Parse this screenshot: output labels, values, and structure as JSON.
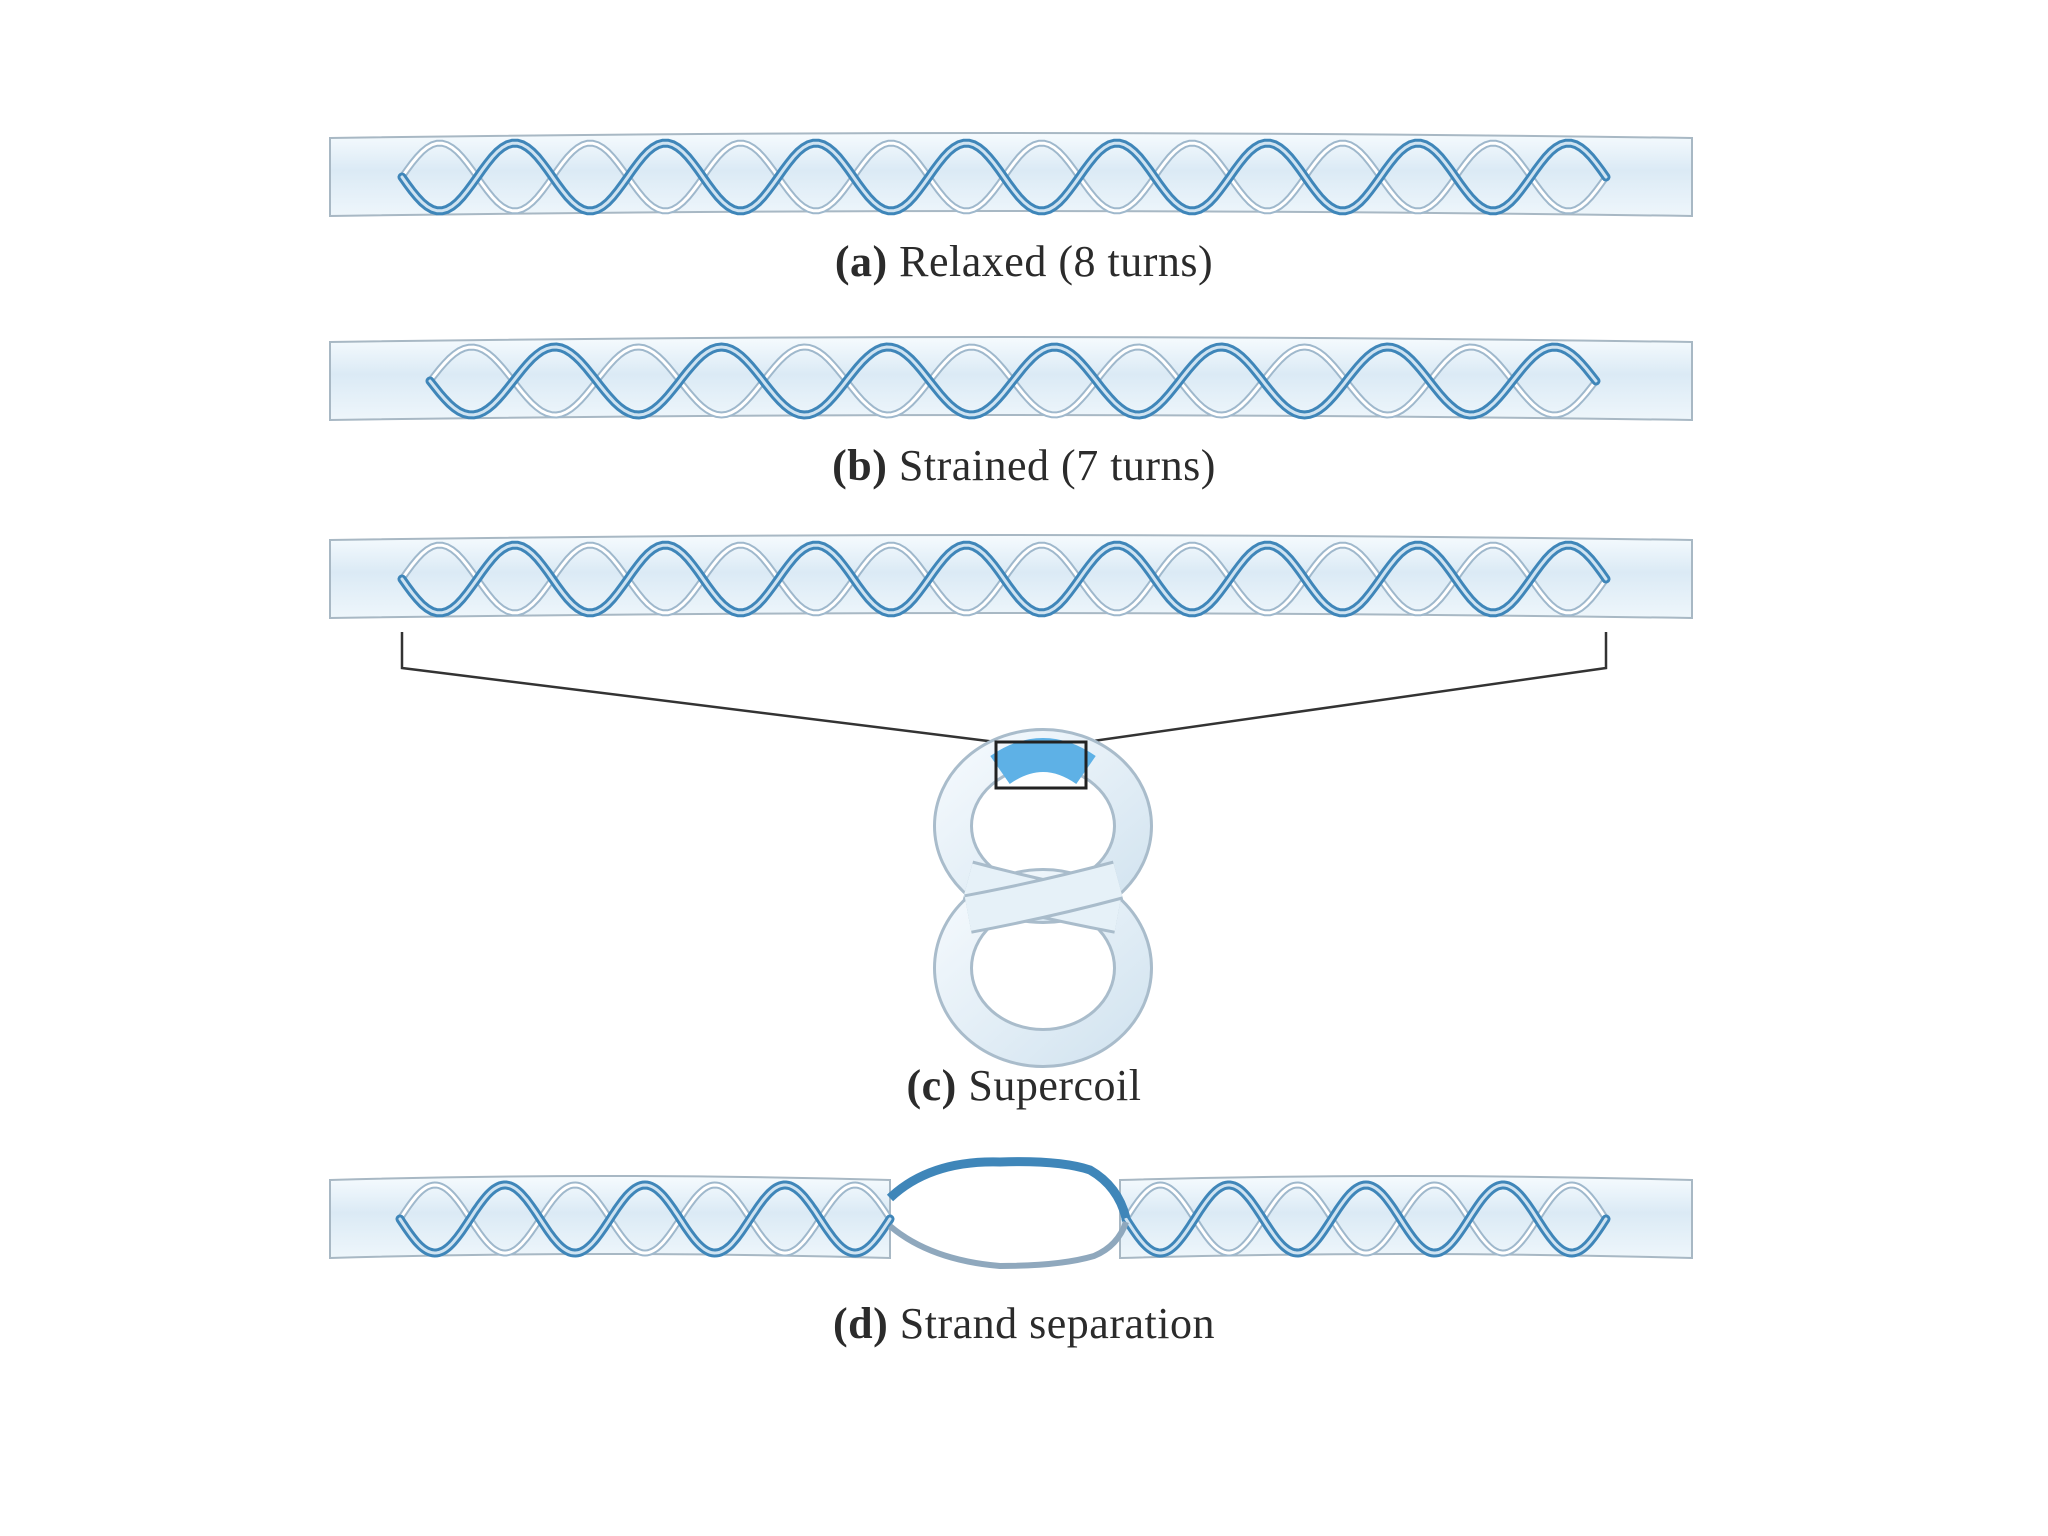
{
  "panels": [
    {
      "id": "a",
      "tag": "(a)",
      "text": "Relaxed (8 turns)"
    },
    {
      "id": "b",
      "tag": "(b)",
      "text": "Strained (7 turns)"
    },
    {
      "id": "c",
      "tag": "(c)",
      "text": "Supercoil"
    },
    {
      "id": "d",
      "tag": "(d)",
      "text": "Strand separation"
    }
  ],
  "colors": {
    "strand_front": "#3f86b9",
    "strand_back": "#9fb8cc",
    "tube_fill": "#e4f0f8",
    "tube_edge": "#9fb0bd",
    "highlight": "#62b3e6",
    "line": "#333333"
  },
  "icons": {
    "helix": "double-helix-icon",
    "supercoil": "figure-eight-supercoil-icon"
  }
}
